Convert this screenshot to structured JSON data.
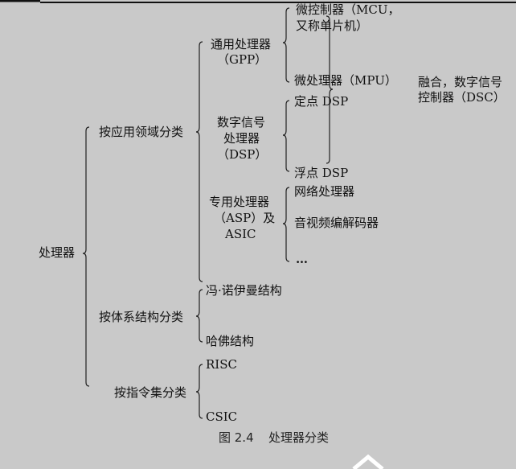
{
  "root": "处理器",
  "categories": {
    "application": {
      "label": "按应用领域分类",
      "gpp": {
        "line1": "通用处理器",
        "line2": "（GPP）",
        "items": [
          "微控制器（MCU，",
          "又称单片机）",
          "微处理器（MPU）"
        ]
      },
      "dsp": {
        "line1": "数字信号",
        "line2": "处理器",
        "line3": "（DSP）",
        "items": [
          "定点 DSP",
          "浮点 DSP"
        ]
      },
      "asp": {
        "line1": "专用处理器",
        "line2": "（ASP）及",
        "line3": "ASIC",
        "items": [
          "网络处理器",
          "音视频编解码器",
          "…"
        ]
      },
      "dsc": {
        "line1": "融合，数字信号",
        "line2": "控制器（DSC）"
      }
    },
    "architecture": {
      "label": "按体系结构分类",
      "items": [
        "冯·诺伊曼结构",
        "哈佛结构"
      ]
    },
    "isa": {
      "label": "按指令集分类",
      "items": [
        "RISC",
        "CSIC"
      ]
    }
  },
  "caption": {
    "number": "图 2.4",
    "title": "处理器分类"
  }
}
